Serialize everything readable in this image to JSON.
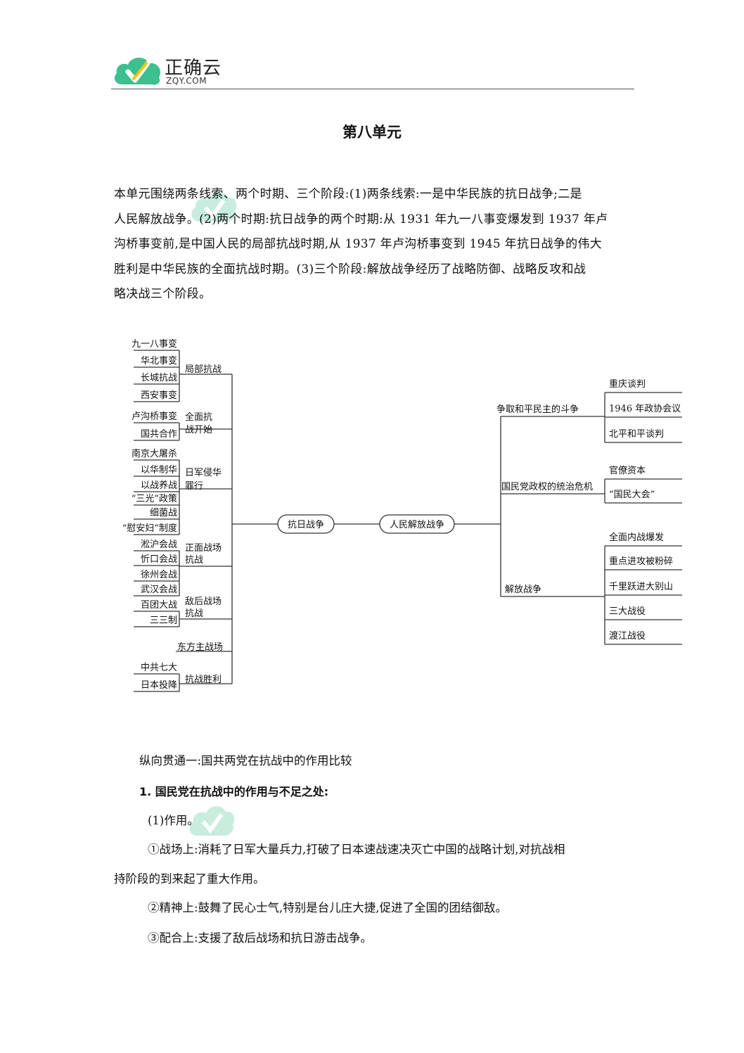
{
  "header": {
    "logo_text": "正确云",
    "logo_sub": "ZQY.COM",
    "colors": {
      "cloud": "#3dbf8f",
      "check": "#f5c400"
    }
  },
  "page_title": "第八单元",
  "intro_lines": [
    "本单元围绕两条线索、两个时期、三个阶段:(1)两条线索:一是中华民族的抗日战争;二是",
    "人民解放战争。(2)两个时期:抗日战争的两个时期:从 1931 年九一八事变爆发到 1937 年卢",
    "沟桥事变前,是中国人民的局部抗战时期,从 1937 年卢沟桥事变到 1945 年抗日战争的伟大",
    "胜利是中华民族的全面抗战时期。(3)三个阶段:解放战争经历了战略防御、战略反攻和战",
    "略决战三个阶段。"
  ],
  "diagram": {
    "center_left": "抗日战争",
    "center_right": "人民解放战争",
    "left_groups": [
      {
        "label_lines": [
          "局部抗战"
        ],
        "leaves": [
          "九一八事变",
          "华北事变",
          "长城抗战",
          "西安事变"
        ]
      },
      {
        "label_lines": [
          "全面抗",
          "战开始"
        ],
        "leaves": [
          "卢沟桥事变",
          "国共合作"
        ]
      },
      {
        "label_lines": [
          "日军侵华",
          "罪行"
        ],
        "leaves": [
          "南京大屠杀",
          "以华制华",
          "以战养战",
          "“三光”政策",
          "细菌战",
          "“慰安妇”制度"
        ]
      },
      {
        "label_lines": [
          "正面战场",
          "抗战"
        ],
        "leaves": [
          "淞沪会战",
          "忻口会战",
          "徐州会战",
          "武汉会战"
        ]
      },
      {
        "label_lines": [
          "敌后战场",
          "抗战"
        ],
        "leaves": [
          "百团大战",
          "三三制"
        ]
      },
      {
        "label_lines": [
          "东方主战场"
        ],
        "leaves": []
      },
      {
        "label_lines": [
          "抗战胜利"
        ],
        "leaves": [
          "中共七大",
          "日本投降"
        ]
      }
    ],
    "right_groups": [
      {
        "label": "争取和平民主的斗争",
        "leaves": [
          "重庆谈判",
          "1946 年政协会议",
          "北平和平谈判"
        ]
      },
      {
        "label": "国民党政权的统治危机",
        "leaves": [
          "官僚资本",
          "“国民大会”"
        ]
      },
      {
        "label": "解放战争",
        "leaves": [
          "全面内战爆发",
          "重点进攻被粉碎",
          "千里跃进大别山",
          "三大战役",
          "渡江战役"
        ]
      }
    ]
  },
  "sections": {
    "heading": "纵向贯通一:国共两党在抗战中的作用比较",
    "sub_heading": "1. 国民党在抗战中的作用与不足之处:",
    "item_label": "(1)作用。",
    "points": [
      "①战场上:消耗了日军大量兵力,打破了日本速战速决灭亡中国的战略计划,对抗战相",
      "持阶段的到来起了重大作用。",
      "②精神上:鼓舞了民心士气,特别是台儿庄大捷,促进了全国的团结御敌。",
      "③配合上:支援了敌后战场和抗日游击战争。"
    ]
  }
}
